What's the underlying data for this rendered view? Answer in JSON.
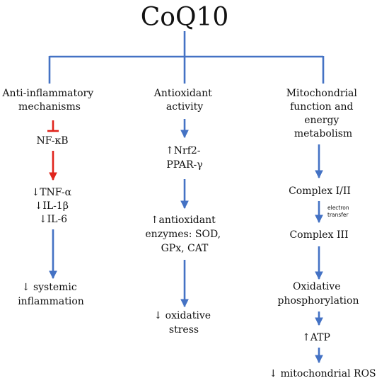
{
  "title": "CoQ10",
  "colors": {
    "connector": "#4472C4",
    "inhibit": "#E0241C",
    "text": "#111111"
  },
  "branches": {
    "anti_inflammatory": {
      "heading": [
        "Anti-inflammatory",
        "mechanisms"
      ],
      "nfkb": "NF-κB",
      "cytokines": [
        "↓TNF-α",
        "↓IL-1β",
        "↓IL-6"
      ],
      "outcome": [
        "↓ systemic",
        "inflammation"
      ]
    },
    "antioxidant": {
      "heading": [
        "Antioxidant",
        "activity"
      ],
      "nrf2": [
        "↑Nrf2-",
        "PPAR-γ"
      ],
      "enzymes": [
        "↑antioxidant",
        "enzymes: SOD,",
        "GPx, CAT"
      ],
      "outcome": [
        "↓ oxidative",
        "stress"
      ]
    },
    "mitochondrial": {
      "heading": [
        "Mitochondrial",
        "function and",
        "energy",
        "metabolism"
      ],
      "complex12": "Complex I/II",
      "electron_transfer": [
        "electron",
        "transfer"
      ],
      "complex3": "Complex III",
      "oxphos": [
        "Oxidative",
        "phosphorylation"
      ],
      "atp": "↑ATP",
      "outcome": "↓ mitochondrial ROS"
    }
  }
}
